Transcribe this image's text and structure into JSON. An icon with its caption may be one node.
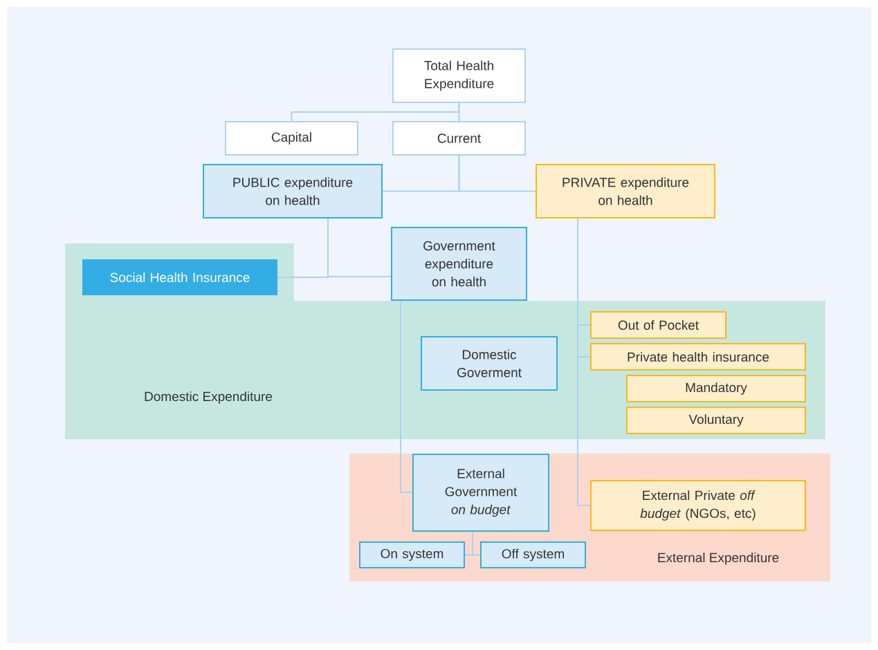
{
  "diagram": {
    "nodes": [
      {
        "text": [
          "Total Health Expenditure"
        ]
      },
      {
        "text": [
          "Capital"
        ]
      },
      {
        "text": [
          "Current"
        ]
      },
      {
        "text": [
          "PUBLIC expenditure on health"
        ]
      },
      {
        "text": [
          "PRIVATE expenditure on health"
        ]
      },
      {
        "text": [
          "Government expenditure on health"
        ]
      },
      {
        "text": [
          "Domestic Expenditure"
        ]
      },
      {
        "text": [
          "Social Health Insurance"
        ],
        "in": 6
      },
      {
        "text": [
          "Domestic Goverment"
        ],
        "in": 6
      },
      {
        "text": [
          "Out of Pocket"
        ],
        "in": 6
      },
      {
        "text": [
          "Private health insurance"
        ],
        "in": 6
      },
      {
        "text": [
          "Mandatory"
        ],
        "in": 6
      },
      {
        "text": [
          "Voluntary"
        ],
        "in": 6
      },
      {
        "text": [
          "External Expenditure"
        ]
      },
      {
        "text": [
          "External Government *on budget*"
        ],
        "in": 13
      },
      {
        "text": [
          "External Private *off budget* (NGOs, etc)"
        ],
        "in": 13
      },
      {
        "text": [
          "On system"
        ],
        "in": 13
      },
      {
        "text": [
          "Off system"
        ],
        "in": 13
      }
    ],
    "edges": [
      {
        "from": 0,
        "to": 1,
        "arrow": "none"
      },
      {
        "from": 0,
        "to": 2,
        "arrow": "none"
      },
      {
        "from": 2,
        "to": 3,
        "arrow": "none"
      },
      {
        "from": 2,
        "to": 4,
        "arrow": "none"
      },
      {
        "from": 3,
        "to": 5,
        "arrow": "none"
      },
      {
        "from": 3,
        "to": 7,
        "arrow": "none"
      },
      {
        "from": 5,
        "to": 14,
        "arrow": "none"
      },
      {
        "from": 4,
        "to": 9,
        "arrow": "none"
      },
      {
        "from": 4,
        "to": 10,
        "arrow": "none"
      },
      {
        "from": 4,
        "to": 15,
        "arrow": "none"
      },
      {
        "from": 14,
        "to": 16,
        "arrow": "none"
      },
      {
        "from": 14,
        "to": 17,
        "arrow": "none"
      }
    ]
  }
}
